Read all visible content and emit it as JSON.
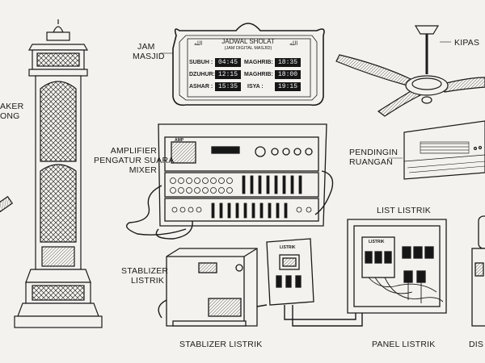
{
  "labels": {
    "speaker_l1": "AKER",
    "speaker_l2": "ONG",
    "clock_l1": "JAM",
    "clock_l2": "MASJID",
    "fan": "KIPAS",
    "amp_l1": "AMPLIFIER",
    "amp_l2": "PENGATUR SUARA",
    "amp_l3": "MIXER",
    "ac_l1": "PENDINGIN",
    "ac_l2": "RUANGAN",
    "list_listrik": "LIST LISTRIK",
    "stab_side_l1": "STABLIZER",
    "stab_side_l2": "LISTRIK",
    "stab_bottom": "STABLIZER LISTRIK",
    "panel": "PANEL LISTRIK",
    "dis": "DIS"
  },
  "clock": {
    "title": "JADWAL SHOLAT",
    "subtitle": "(JAM DIGITAL MASJID)",
    "arabic_left": "الله",
    "arabic_right": "الله",
    "rows": [
      {
        "left_name": "SUBUH :",
        "left_time": "04:45",
        "right_name": "MAGHRIB:",
        "right_time": "18:35"
      },
      {
        "left_name": "DZUHUR:",
        "left_time": "12:15",
        "right_name": "MAGHRIB:",
        "right_time": "18:00"
      },
      {
        "left_name": "ASHAR :",
        "left_time": "15:35",
        "right_name": "ISYA  :",
        "right_time": "19:15"
      }
    ]
  },
  "device_text": {
    "amp_brand": "AMP",
    "stabilizer_box": "LISTRIK",
    "panel_box": "LISTRIK"
  },
  "colors": {
    "ink": "#1b1b1b",
    "paper": "#f4f2ee",
    "display": "#161616"
  }
}
